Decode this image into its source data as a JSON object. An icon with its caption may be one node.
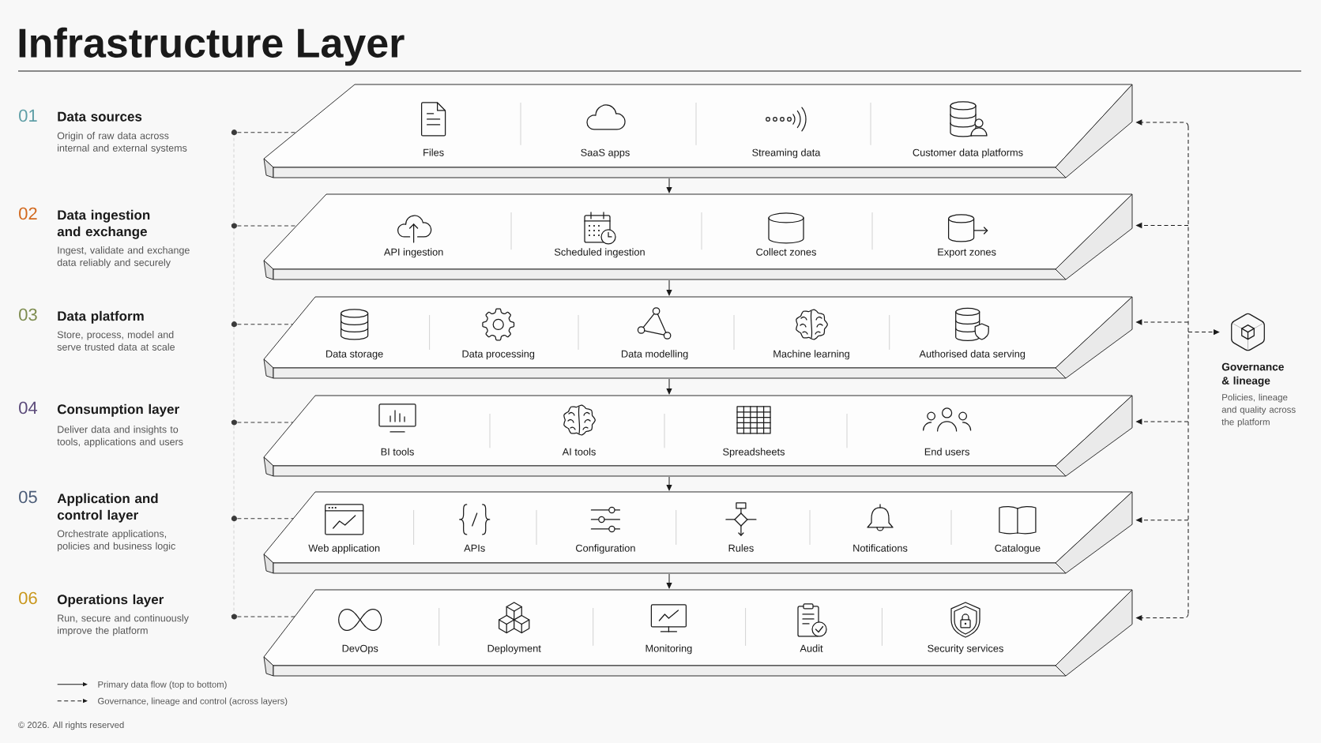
{
  "diagram": {
    "title": "Infrastructure Layer",
    "nodes": [
      {
        "text": [
          "01",
          "Data sources",
          "Origin of raw data across internal and external systems"
        ]
      },
      {
        "text": [
          "02",
          "Data ingestion and exchange",
          "Ingest, validate and exchange data reliably and securely"
        ]
      },
      {
        "text": [
          "03",
          "Data platform",
          "Store, process, model and serve trusted data at scale"
        ]
      },
      {
        "text": [
          "04",
          "Consumption layer",
          "Deliver data and insights to tools, applications and users"
        ]
      },
      {
        "text": [
          "05",
          "Application and control layer",
          "Orchestrate applications, policies and business logic"
        ]
      },
      {
        "text": [
          "06",
          "Operations layer",
          "Run, secure and continuously improve the platform"
        ]
      },
      {
        "text": [
          "Files",
          "SaaS apps",
          "Streaming data",
          "Customer data platforms"
        ]
      },
      {
        "text": [
          "API ingestion",
          "Scheduled ingestion",
          "Collect zones",
          "Export zones"
        ]
      },
      {
        "text": [
          "Data storage",
          "Data processing",
          "Data modelling",
          "Machine learning",
          "Authorised data serving"
        ]
      },
      {
        "text": [
          "BI tools",
          "AI tools",
          "Spreadsheets",
          "End users"
        ]
      },
      {
        "text": [
          "Web application",
          "APIs",
          "Configuration",
          "Rules",
          "Notifications",
          "Catalogue"
        ]
      },
      {
        "text": [
          "DevOps",
          "Deployment",
          "Monitoring",
          "Audit",
          "Security services"
        ]
      },
      {
        "text": [
          "Governance & lineage",
          "Policies, lineage and quality across the platform"
        ]
      }
    ],
    "edges": [
      {
        "from": 6,
        "to": 7,
        "arrow": "to"
      },
      {
        "from": 7,
        "to": 8,
        "arrow": "to"
      },
      {
        "from": 8,
        "to": 9,
        "arrow": "to"
      },
      {
        "from": 9,
        "to": 10,
        "arrow": "to"
      },
      {
        "from": 10,
        "to": 11,
        "arrow": "to"
      },
      {
        "from": 0,
        "to": 6,
        "arrow": "other",
        "style": "dashed"
      },
      {
        "from": 1,
        "to": 7,
        "arrow": "other",
        "style": "dashed"
      },
      {
        "from": 2,
        "to": 8,
        "arrow": "other",
        "style": "dashed"
      },
      {
        "from": 3,
        "to": 9,
        "arrow": "other",
        "style": "dashed"
      },
      {
        "from": 4,
        "to": 10,
        "arrow": "other",
        "style": "dashed"
      },
      {
        "from": 5,
        "to": 11,
        "arrow": "other",
        "style": "dashed"
      },
      {
        "from": 12,
        "to": 6,
        "arrow": "both",
        "style": "dashed"
      },
      {
        "from": 12,
        "to": 7,
        "arrow": "both",
        "style": "dashed"
      },
      {
        "from": 12,
        "to": 8,
        "arrow": "both",
        "style": "dashed"
      },
      {
        "from": 12,
        "to": 9,
        "arrow": "both",
        "style": "dashed"
      },
      {
        "from": 12,
        "to": 10,
        "arrow": "both",
        "style": "dashed"
      },
      {
        "from": 12,
        "to": 11,
        "arrow": "both",
        "style": "dashed"
      }
    ],
    "labels": [
      "© 2026. All rights reserved"
    ],
    "legend": [
      {
        "text": "Primary data flow (top to bottom)"
      },
      {
        "text": "Governance, lineage and control (across layers)"
      }
    ]
  }
}
